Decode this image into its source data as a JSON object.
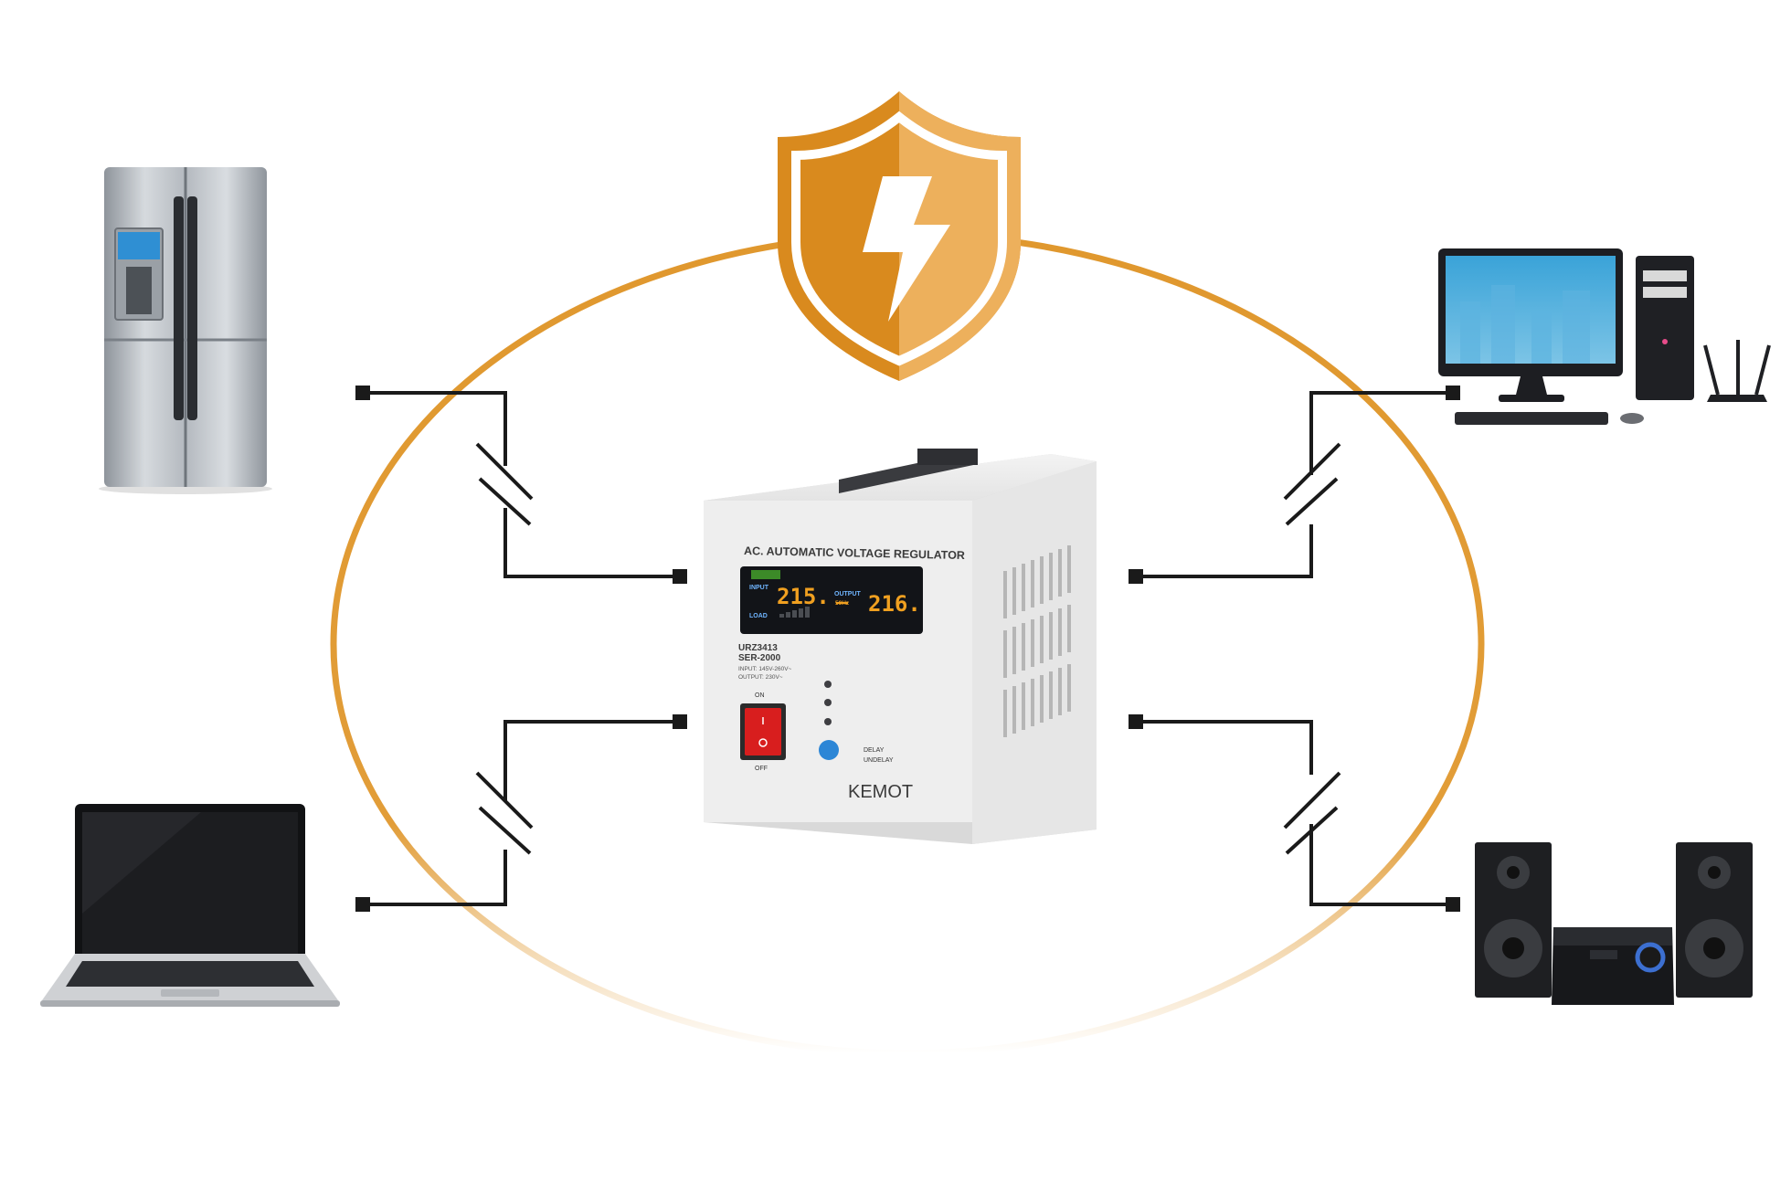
{
  "colors": {
    "accent": "#E0982E",
    "shield_dark": "#D98A1E",
    "shield_light": "#EEB25E",
    "wire": "#1a1a1a",
    "display_digits": "#F0A020",
    "display_bg": "#121418",
    "switch_red": "#D81E1E",
    "reset_blue": "#2C86D6"
  },
  "icons": {
    "shield": "shield-lightning-icon",
    "fridge": "refrigerator-icon",
    "laptop": "laptop-icon",
    "computer": "desktop-computer-icon",
    "audio": "stereo-speakers-icon",
    "regulator": "voltage-regulator-icon"
  },
  "regulator": {
    "header": "AC. AUTOMATIC VOLTAGE REGULATOR",
    "display": {
      "input_label": "INPUT",
      "output_label": "OUTPUT",
      "load_label": "LOAD",
      "hz_label": "50Hz",
      "input_value": "215.",
      "output_value": "216."
    },
    "model": "URZ3413",
    "series": "SER-2000",
    "input_spec": "INPUT: 145V-260V~",
    "output_spec": "OUTPUT: 230V~",
    "switch_on": "ON",
    "switch_off": "OFF",
    "delay_label": "DELAY",
    "undelay_label": "UNDELAY",
    "brand": "KEMOT"
  }
}
